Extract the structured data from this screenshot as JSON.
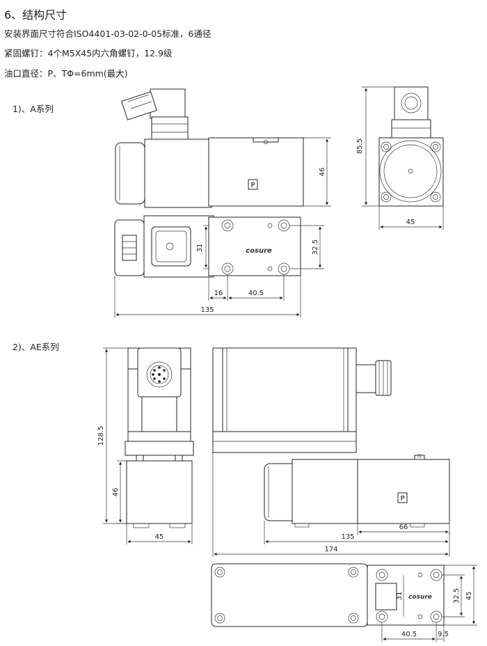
{
  "heading": "6、结构尺寸",
  "lines": [
    "安装界面尺寸符合ISO4401-03-02-0-05标准，6通径",
    "紧固螺钉：4个M5X45内六角螺钉，12.9级",
    "油口直径：P、TΦ=6mm(最大)"
  ],
  "series_a": {
    "label": "1)、A系列",
    "p_mark": "P",
    "brand": "cosure",
    "dims": {
      "d46": "46",
      "d85_5": "85.5",
      "d45": "45",
      "d31": "31",
      "d32_5": "32.5",
      "d16": "16",
      "d40_5": "40.5",
      "d135": "135"
    }
  },
  "series_ae": {
    "label": "2)、AE系列",
    "p_mark": "P",
    "brand": "cosure",
    "dims": {
      "d128_5": "128.5",
      "d46": "46",
      "d45": "45",
      "d66": "66",
      "d135": "135",
      "d174": "174",
      "d31": "31",
      "d32_5": "32.5",
      "d45b": "45",
      "d40_5": "40.5",
      "d9_5": "9.5"
    }
  }
}
